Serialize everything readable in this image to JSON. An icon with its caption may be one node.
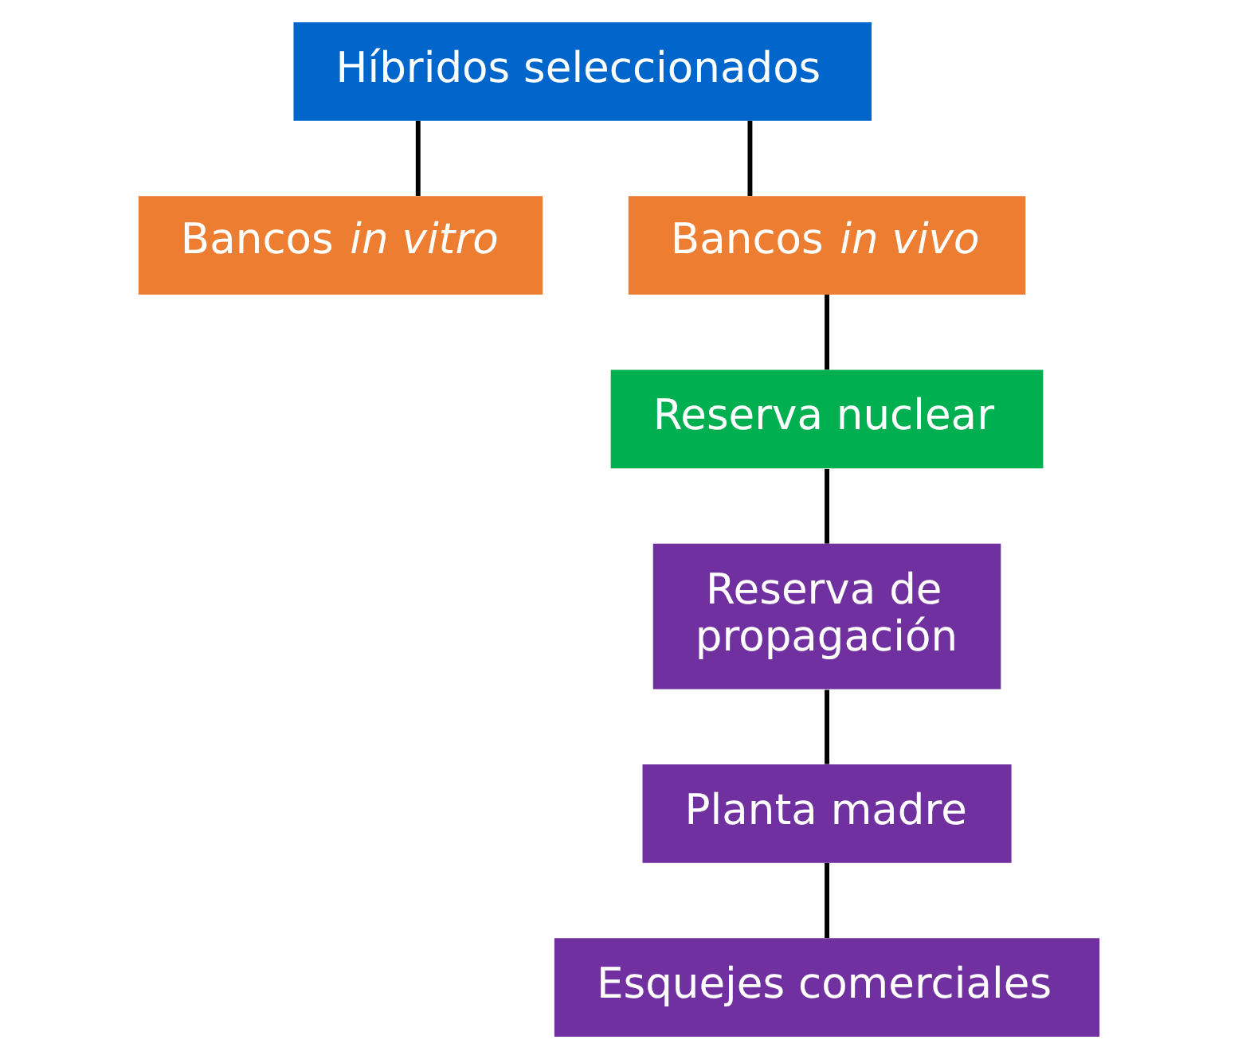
{
  "diagram": {
    "nodes": [
      {
        "text": [
          "Híbridos seleccionados"
        ]
      },
      {
        "text": [
          "Bancos *in vitro*"
        ]
      },
      {
        "text": [
          "Bancos *in vivo*"
        ]
      },
      {
        "text": [
          "Reserva nuclear"
        ]
      },
      {
        "text": [
          "Reserva de propagación"
        ]
      },
      {
        "text": [
          "Planta madre"
        ]
      },
      {
        "text": [
          "Esquejes comerciales"
        ]
      }
    ],
    "edges": [
      {
        "from": 0,
        "to": 1,
        "arrow": "none"
      },
      {
        "from": 0,
        "to": 2,
        "arrow": "none"
      },
      {
        "from": 2,
        "to": 3,
        "arrow": "none"
      },
      {
        "from": 3,
        "to": 4,
        "arrow": "none"
      },
      {
        "from": 4,
        "to": 5,
        "arrow": "none"
      },
      {
        "from": 5,
        "to": 6,
        "arrow": "none"
      }
    ]
  }
}
